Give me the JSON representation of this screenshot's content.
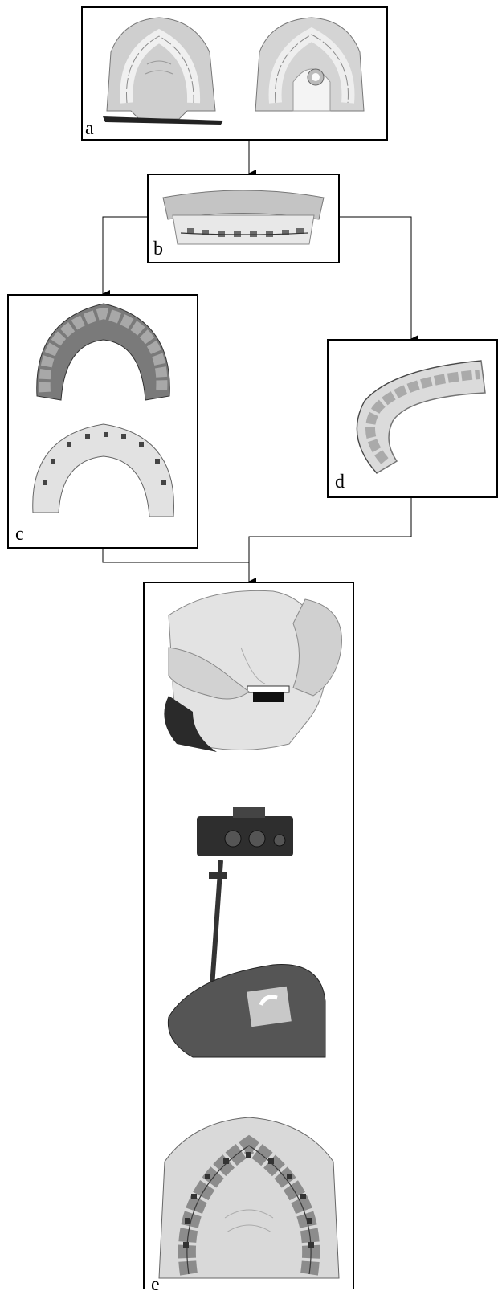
{
  "panels": {
    "a": {
      "label": "a"
    },
    "b": {
      "label": "b"
    },
    "c": {
      "label": "c"
    },
    "d": {
      "label": "d"
    },
    "e": {
      "label": "e"
    }
  },
  "colors": {
    "line": "#000000",
    "gum": "#bdbdbd",
    "tooth": "#e4e4e4",
    "dark": "#3a3a3a"
  }
}
